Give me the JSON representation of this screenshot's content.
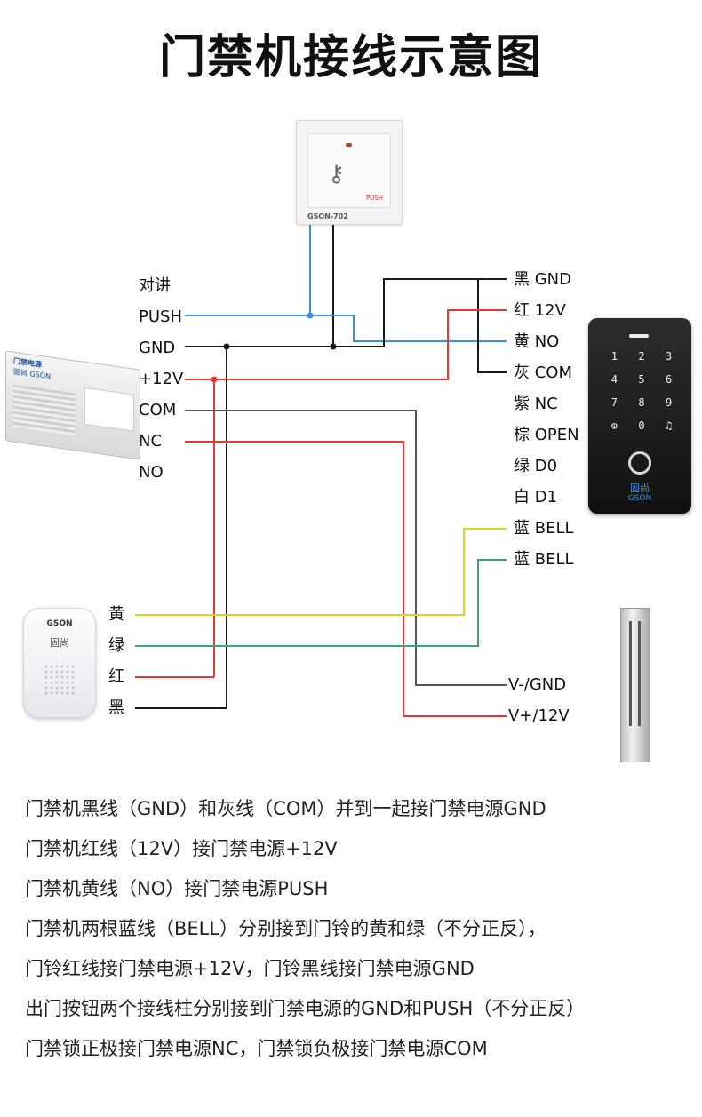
{
  "title": "门禁机接线示意图",
  "exit_button": {
    "model": "GSON-702",
    "marking": "PUSH"
  },
  "power_supply": {
    "brand": "门禁电源",
    "brand_en": "固尚 GSON",
    "terminals": [
      "对讲",
      "PUSH",
      "GND",
      "+12V",
      "COM",
      "NC",
      "NO"
    ]
  },
  "keypad": {
    "wires": [
      "黑 GND",
      "红 12V",
      "黄 NO",
      "灰 COM",
      "紫 NC",
      "棕 OPEN",
      "绿 D0",
      "白 D1",
      "蓝 BELL",
      "蓝 BELL"
    ],
    "keys": [
      "1",
      "2",
      "3",
      "4",
      "5",
      "6",
      "7",
      "8",
      "9",
      "",
      "0",
      ""
    ],
    "logo_cn": "固尚",
    "logo_en": "GSON"
  },
  "doorbell": {
    "brand": "GSON",
    "logo": "固尚",
    "wires": [
      "黄",
      "绿",
      "红",
      "黑"
    ]
  },
  "maglock": {
    "wires": [
      "V-/GND",
      "V+/12V"
    ]
  },
  "wire_colors": {
    "black": "#1a1a1a",
    "red": "#e53935",
    "blue": "#3b8fe0",
    "yellow": "#d9d62a",
    "green": "#3aa57a",
    "gray": "#555555"
  },
  "notes": [
    "门禁机黑线（GND）和灰线（COM）并到一起接门禁电源GND",
    "门禁机红线（12V）接门禁电源+12V",
    "门禁机黄线（NO）接门禁电源PUSH",
    "门禁机两根蓝线（BELL）分别接到门铃的黄和绿（不分正反），",
    "门铃红线接门禁电源+12V，门铃黑线接门禁电源GND",
    "出门按钮两个接线柱分别接到门禁电源的GND和PUSH（不分正反）",
    "门禁锁正极接门禁电源NC，门禁锁负极接门禁电源COM"
  ]
}
